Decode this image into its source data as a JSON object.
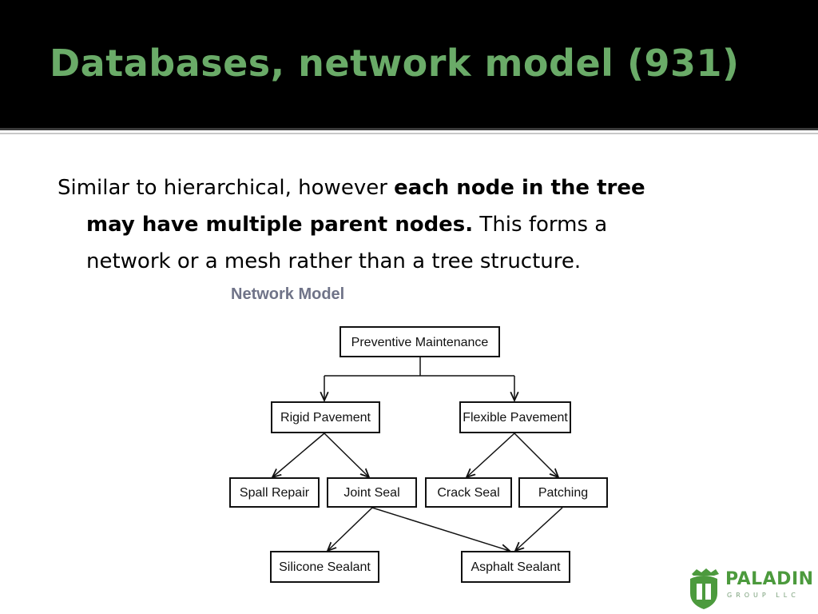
{
  "slide": {
    "title": "Databases, network model (931)",
    "body": {
      "line1_normal": "Similar to hierarchical, however ",
      "line1_bold": "each node in the tree",
      "line2_bold": "may have multiple parent nodes.",
      "line2_normal": " This forms a",
      "line3": "network or a mesh rather than a tree structure."
    }
  },
  "diagram": {
    "caption": "Network Model",
    "nodes": {
      "preventive_maintenance": "Preventive Maintenance",
      "rigid_pavement": "Rigid Pavement",
      "flexible_pavement": "Flexible Pavement",
      "spall_repair": "Spall Repair",
      "joint_seal": "Joint Seal",
      "crack_seal": "Crack Seal",
      "patching": "Patching",
      "silicone_sealant": "Silicone Sealant",
      "asphalt_sealant": "Asphalt Sealant"
    }
  },
  "logo": {
    "name": "PALADIN",
    "subtitle": "GROUP LLC",
    "colors": {
      "primary": "#4c9a3d"
    }
  },
  "colors": {
    "title": "#6aab68",
    "header_background": "#000000",
    "caption": "#6f7388"
  }
}
